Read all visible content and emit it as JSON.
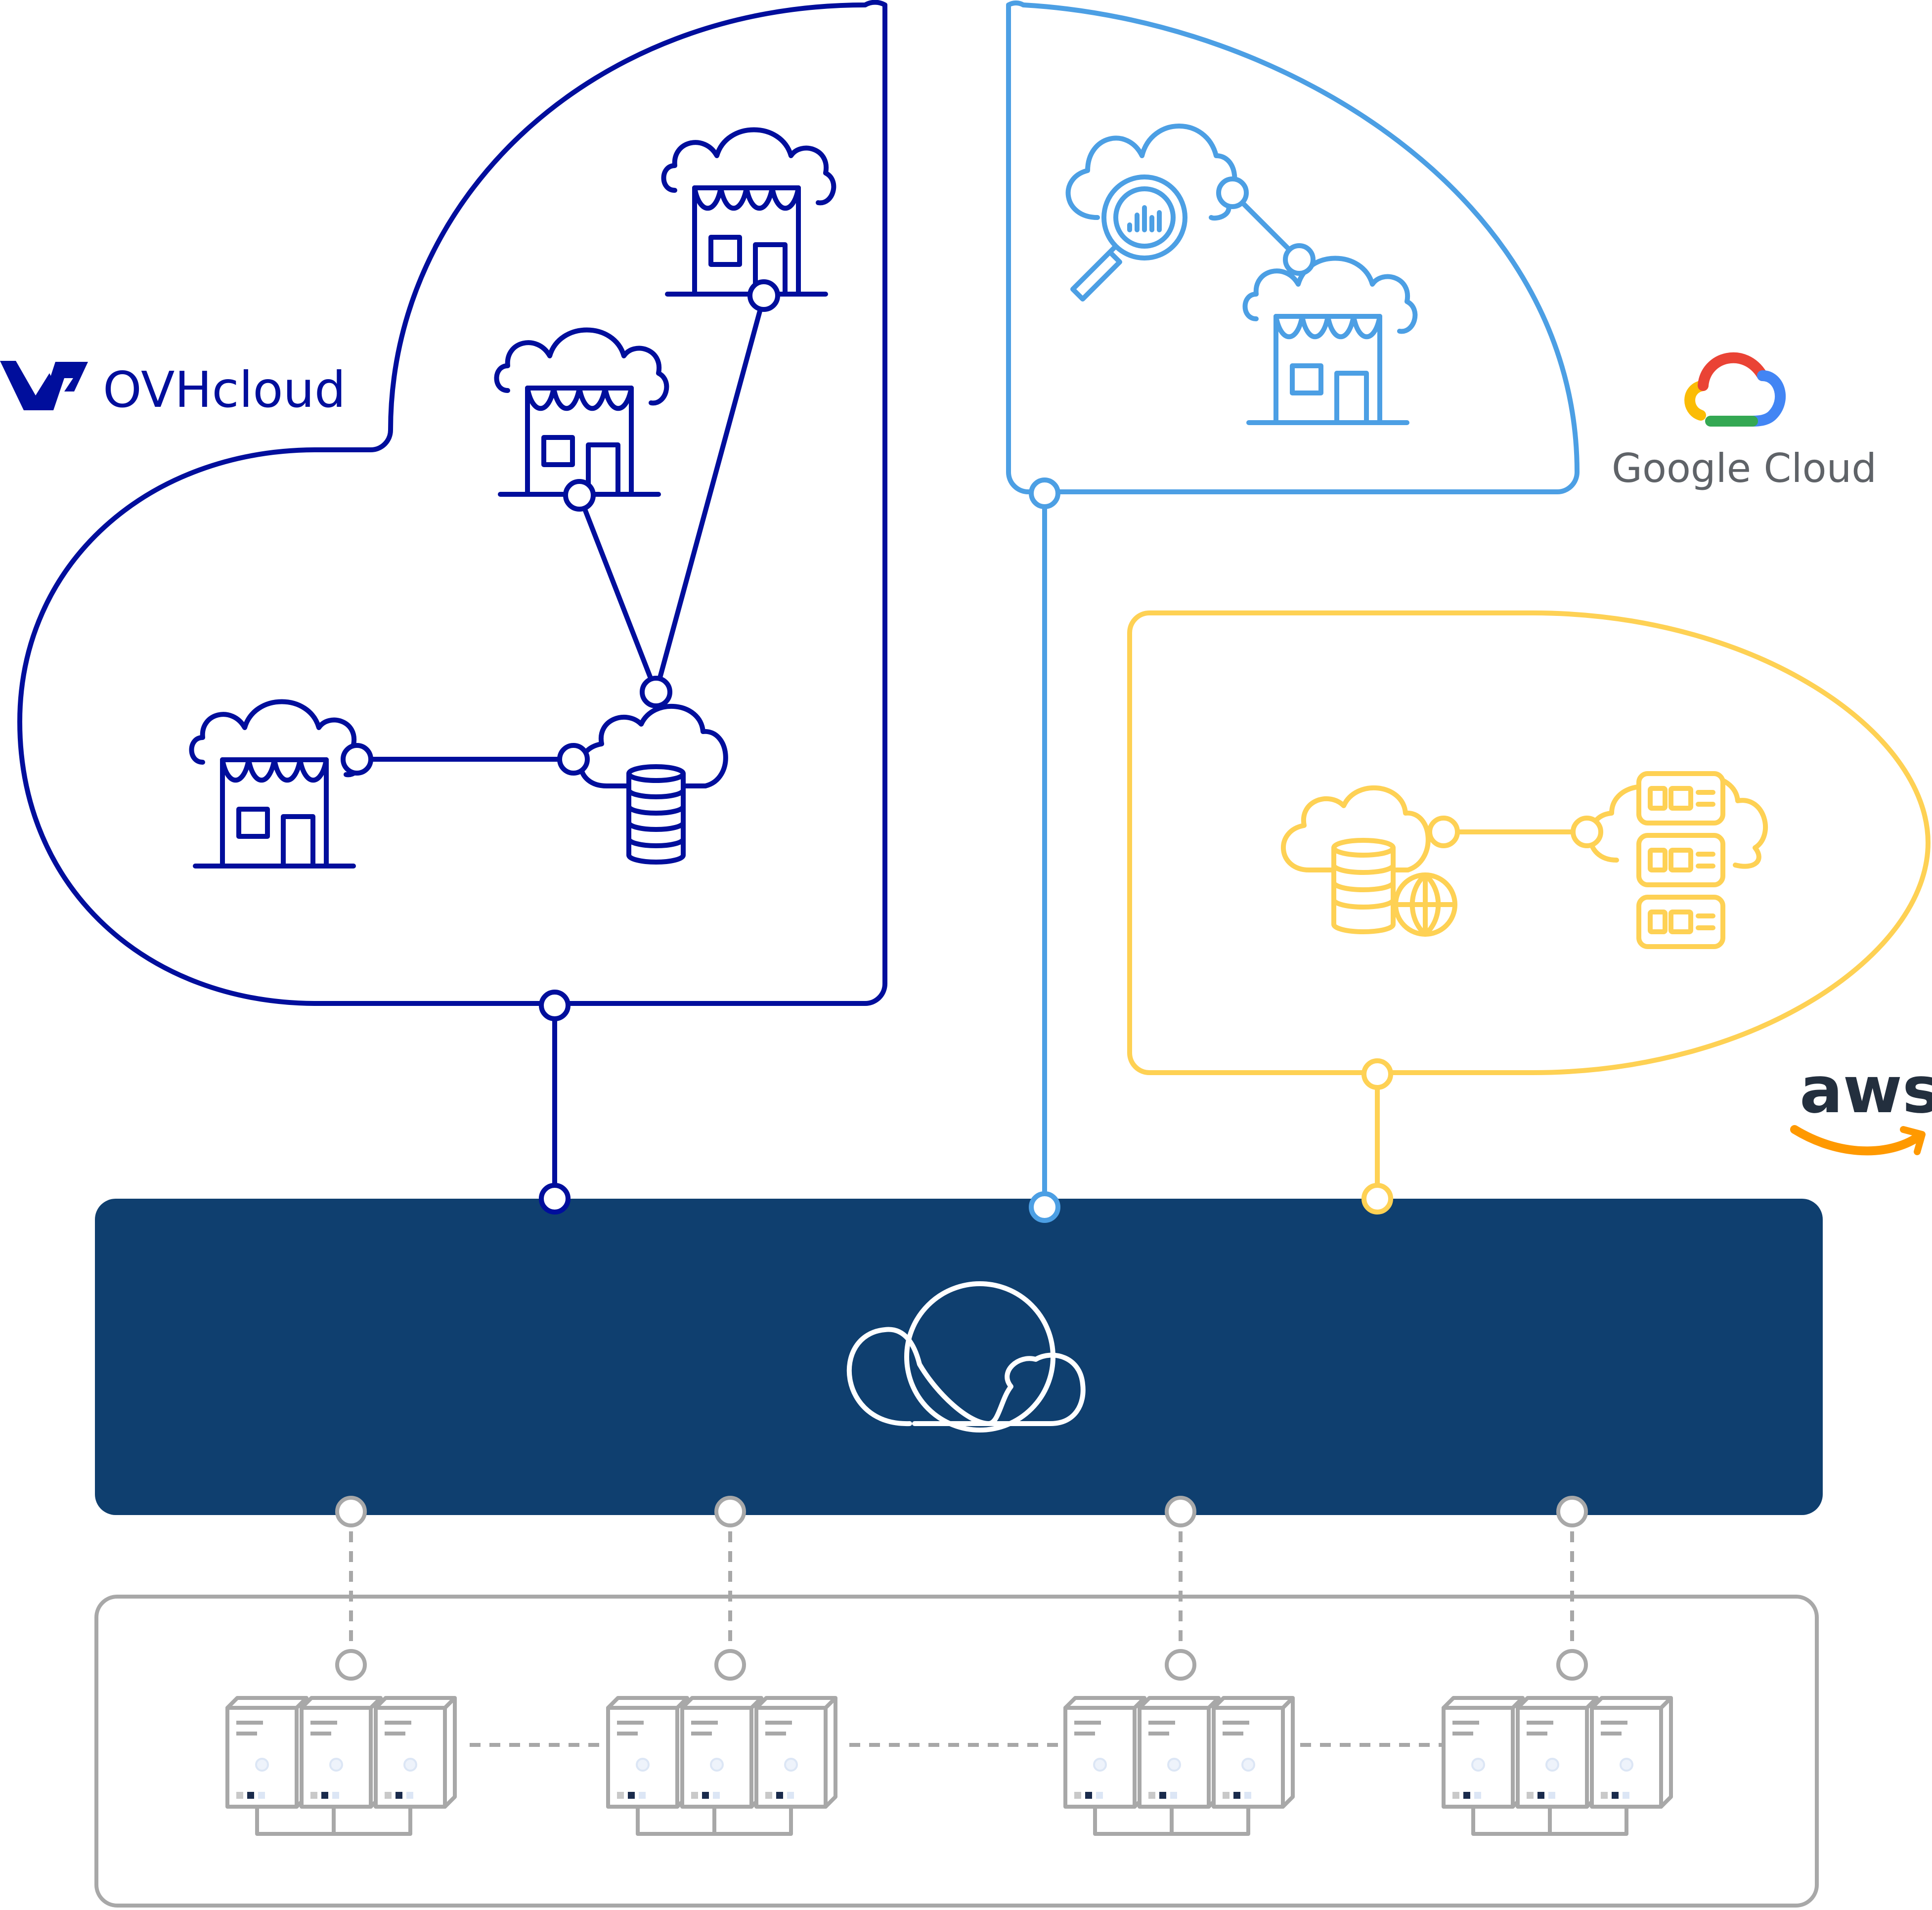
{
  "logos": {
    "ovh": {
      "text": "OVHcloud",
      "color": "#000E9C"
    },
    "google": {
      "text": "Google Cloud",
      "color": "#5F6368",
      "palette": [
        "#EA4335",
        "#4285F4",
        "#34A853",
        "#FBBC05"
      ]
    },
    "aws": {
      "text": "aws",
      "text_color": "#232F3E",
      "smile_color": "#FF9900"
    }
  },
  "clouds": {
    "ovh": {
      "color": "#000E9C",
      "icons": [
        "shop-cloud-icon",
        "shop-cloud-icon",
        "shop-cloud-icon",
        "database-cloud-icon"
      ]
    },
    "gcp": {
      "color": "#4C9FE4",
      "icons": [
        "analytics-cloud-icon",
        "shop-cloud-icon"
      ]
    },
    "aws": {
      "color": "#FED154",
      "icons": [
        "database-globe-cloud-icon",
        "server-rack-cloud-icon"
      ]
    }
  },
  "platform": {
    "color": "#0F3F6F",
    "icon": "cloud-platform-icon",
    "icon_color": "#ffffff"
  },
  "onprem": {
    "color": "#A8A8A8",
    "cluster_icon": "server-cluster-icon",
    "clusters": 4
  }
}
